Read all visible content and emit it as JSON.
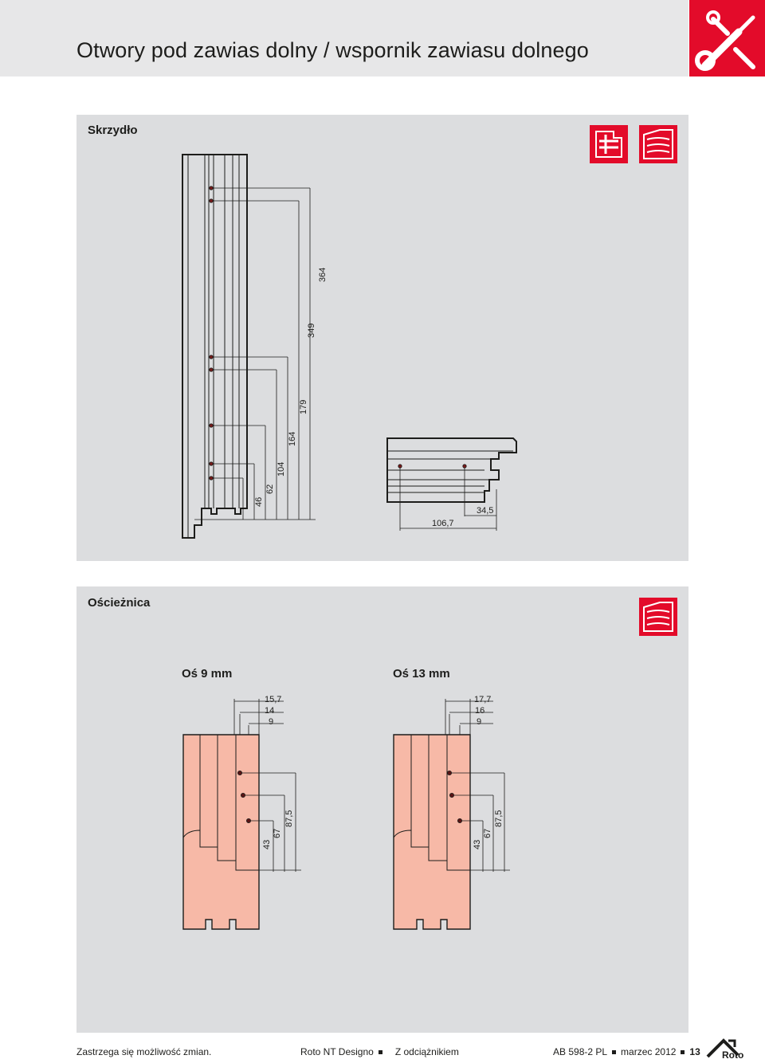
{
  "header": {
    "title": "Otwory pod zawias dolny / wspornik zawiasu dolnego"
  },
  "sash_section": {
    "label": "Skrzydło",
    "vertical_dims": [
      "46",
      "62",
      "104",
      "164",
      "179",
      "349",
      "364"
    ],
    "horizontal_dims": [
      "106,7",
      "34,5"
    ]
  },
  "frame_section": {
    "label": "Ościeżnica",
    "left": {
      "axis_label": "Oś 9 mm",
      "top_dims": [
        "15,7",
        "14",
        "9"
      ],
      "vertical_dims": [
        "43",
        "67",
        "87,5"
      ]
    },
    "right": {
      "axis_label": "Oś 13 mm",
      "top_dims": [
        "17,7",
        "16",
        "9"
      ],
      "vertical_dims": [
        "43",
        "67",
        "87,5"
      ]
    }
  },
  "footer": {
    "disclaimer": "Zastrzega się możliwość zmian.",
    "product": "Roto NT Designo",
    "variant": "Z odciążnikiem",
    "doc_ref": "AB 598-2 PL",
    "date": "marzec 2012",
    "page": "13",
    "logo_text": "Roto"
  },
  "colors": {
    "accent": "#e30b2a",
    "panel": "#dcdddf",
    "frame_fill": "#f7b9a7"
  }
}
